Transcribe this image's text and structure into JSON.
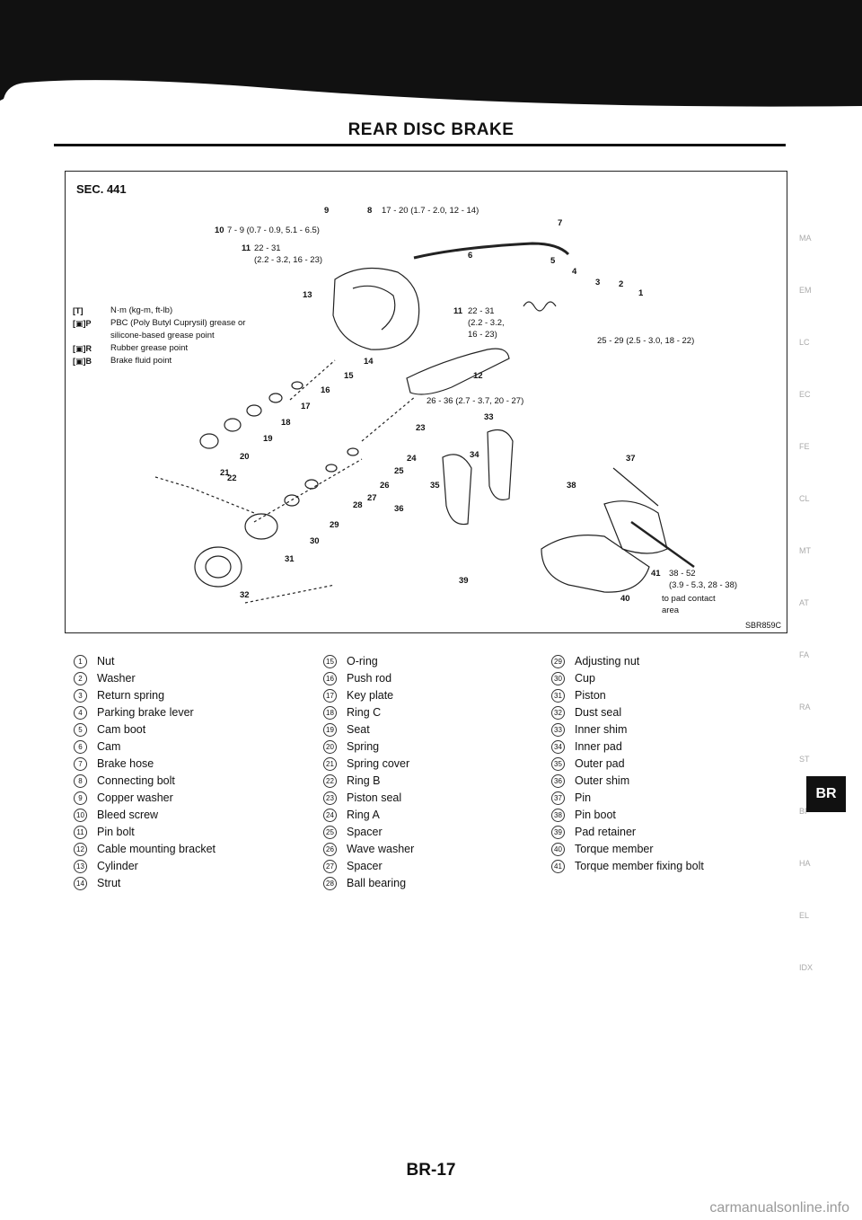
{
  "page": {
    "title": "REAR DISC BRAKE",
    "page_number": "BR-17",
    "section_tab": "BR",
    "watermark": "carmanualsonline.info"
  },
  "figure": {
    "section": "SEC. 441",
    "figure_id": "SBR859C",
    "legend": [
      {
        "symbol": "[T]",
        "text": "N·m (kg-m, ft-lb)"
      },
      {
        "symbol": "[▣]P",
        "text": "PBC (Poly Butyl Cuprysil) grease or silicone-based grease point"
      },
      {
        "symbol": "[▣]R",
        "text": "Rubber grease point"
      },
      {
        "symbol": "[▣]B",
        "text": "Brake fluid point"
      }
    ],
    "torque_notes": [
      "17 - 20 (1.7 - 2.0, 12 - 14)",
      "7 - 9 (0.7 - 0.9, 5.1 - 6.5)",
      "22 - 31",
      "(2.2 - 3.2, 16 - 23)",
      "22 - 31",
      "(2.2 - 3.2,",
      "16 - 23)",
      "25 - 29 (2.5 - 3.0, 18 - 22)",
      "26 - 36 (2.7 - 3.7, 20 - 27)",
      "38 - 52",
      "(3.9 - 5.3, 28 - 38)",
      "to pad contact",
      "area"
    ],
    "callouts": [
      "1",
      "2",
      "3",
      "4",
      "5",
      "6",
      "7",
      "8",
      "9",
      "10",
      "11",
      "11",
      "12",
      "13",
      "14",
      "15",
      "16",
      "17",
      "18",
      "19",
      "20",
      "21",
      "22",
      "23",
      "24",
      "25",
      "26",
      "27",
      "28",
      "29",
      "30",
      "31",
      "32",
      "33",
      "34",
      "35",
      "36",
      "37",
      "38",
      "39",
      "40",
      "41"
    ]
  },
  "parts": [
    {
      "no": "1",
      "name": "Nut"
    },
    {
      "no": "2",
      "name": "Washer"
    },
    {
      "no": "3",
      "name": "Return spring"
    },
    {
      "no": "4",
      "name": "Parking brake lever"
    },
    {
      "no": "5",
      "name": "Cam boot"
    },
    {
      "no": "6",
      "name": "Cam"
    },
    {
      "no": "7",
      "name": "Brake hose"
    },
    {
      "no": "8",
      "name": "Connecting bolt"
    },
    {
      "no": "9",
      "name": "Copper washer"
    },
    {
      "no": "10",
      "name": "Bleed screw"
    },
    {
      "no": "11",
      "name": "Pin bolt"
    },
    {
      "no": "12",
      "name": "Cable mounting bracket"
    },
    {
      "no": "13",
      "name": "Cylinder"
    },
    {
      "no": "14",
      "name": "Strut"
    },
    {
      "no": "15",
      "name": "O-ring"
    },
    {
      "no": "16",
      "name": "Push rod"
    },
    {
      "no": "17",
      "name": "Key plate"
    },
    {
      "no": "18",
      "name": "Ring C"
    },
    {
      "no": "19",
      "name": "Seat"
    },
    {
      "no": "20",
      "name": "Spring"
    },
    {
      "no": "21",
      "name": "Spring cover"
    },
    {
      "no": "22",
      "name": "Ring B"
    },
    {
      "no": "23",
      "name": "Piston seal"
    },
    {
      "no": "24",
      "name": "Ring A"
    },
    {
      "no": "25",
      "name": "Spacer"
    },
    {
      "no": "26",
      "name": "Wave washer"
    },
    {
      "no": "27",
      "name": "Spacer"
    },
    {
      "no": "28",
      "name": "Ball bearing"
    },
    {
      "no": "29",
      "name": "Adjusting nut"
    },
    {
      "no": "30",
      "name": "Cup"
    },
    {
      "no": "31",
      "name": "Piston"
    },
    {
      "no": "32",
      "name": "Dust seal"
    },
    {
      "no": "33",
      "name": "Inner shim"
    },
    {
      "no": "34",
      "name": "Inner pad"
    },
    {
      "no": "35",
      "name": "Outer pad"
    },
    {
      "no": "36",
      "name": "Outer shim"
    },
    {
      "no": "37",
      "name": "Pin"
    },
    {
      "no": "38",
      "name": "Pin boot"
    },
    {
      "no": "39",
      "name": "Pad retainer"
    },
    {
      "no": "40",
      "name": "Torque member"
    },
    {
      "no": "41",
      "name": "Torque member fixing bolt"
    }
  ],
  "margin_marks": [
    "MA",
    "EM",
    "LC",
    "EC",
    "FE",
    "CL",
    "MT",
    "AT",
    "FA",
    "RA",
    "ST",
    "BF",
    "HA",
    "EL",
    "IDX"
  ]
}
